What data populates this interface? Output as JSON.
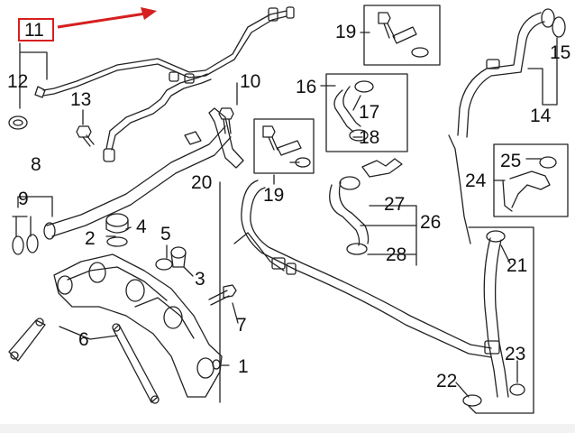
{
  "diagram": {
    "highlight_color": "#d61f1f",
    "line_color": "#222222",
    "callouts": {
      "n1": "1",
      "n2": "2",
      "n3": "3",
      "n4": "4",
      "n5": "5",
      "n6": "6",
      "n7": "7",
      "n8": "8",
      "n9": "9",
      "n10": "10",
      "n11": "11",
      "n12": "12",
      "n13": "13",
      "n14": "14",
      "n15": "15",
      "n16": "16",
      "n17": "17",
      "n18": "18",
      "n19a": "19",
      "n19b": "19",
      "n20": "20",
      "n21": "21",
      "n22": "22",
      "n23": "23",
      "n24": "24",
      "n25": "25",
      "n26": "26",
      "n27": "27",
      "n28": "28"
    }
  }
}
